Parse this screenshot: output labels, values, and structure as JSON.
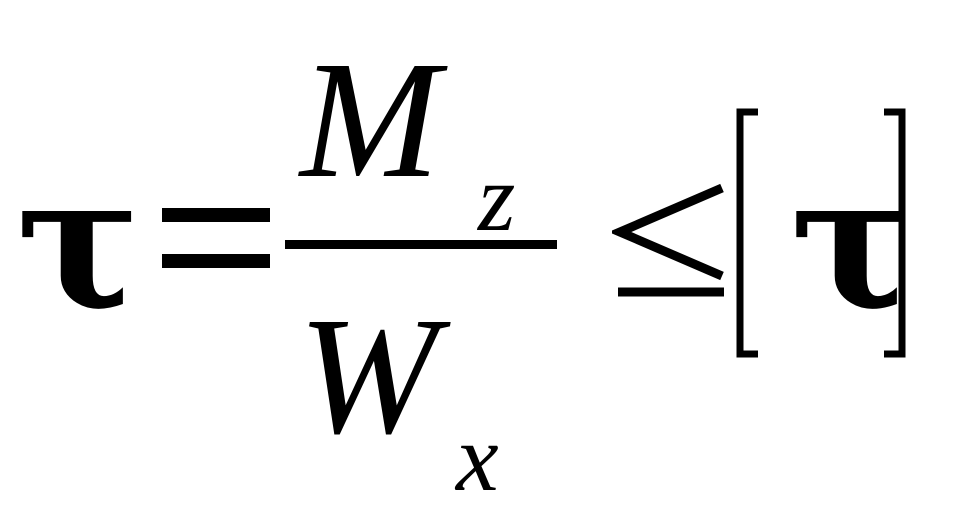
{
  "formula": {
    "lhs": "τ",
    "equals": "=",
    "numerator": {
      "main": "M",
      "subscript": "z"
    },
    "denominator": {
      "main": "W",
      "subscript": "x"
    },
    "relation": "≤",
    "rhs": {
      "open": "[",
      "symbol": "τ",
      "close": "]"
    }
  }
}
